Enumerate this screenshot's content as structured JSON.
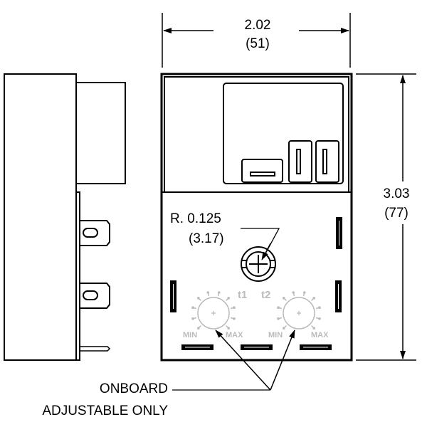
{
  "dimensions": {
    "width_in": "2.02",
    "width_mm": "(51)",
    "height_in": "3.03",
    "height_mm": "(77)",
    "radius_in": "R. 0.125",
    "radius_mm": "(3.17)"
  },
  "dials": [
    {
      "name": "t1",
      "min": "MIN",
      "max": "MAX"
    },
    {
      "name": "t2",
      "min": "MIN",
      "max": "MAX"
    }
  ],
  "callout": {
    "line1": "ONBOARD",
    "line2": "ADJUSTABLE ONLY"
  }
}
